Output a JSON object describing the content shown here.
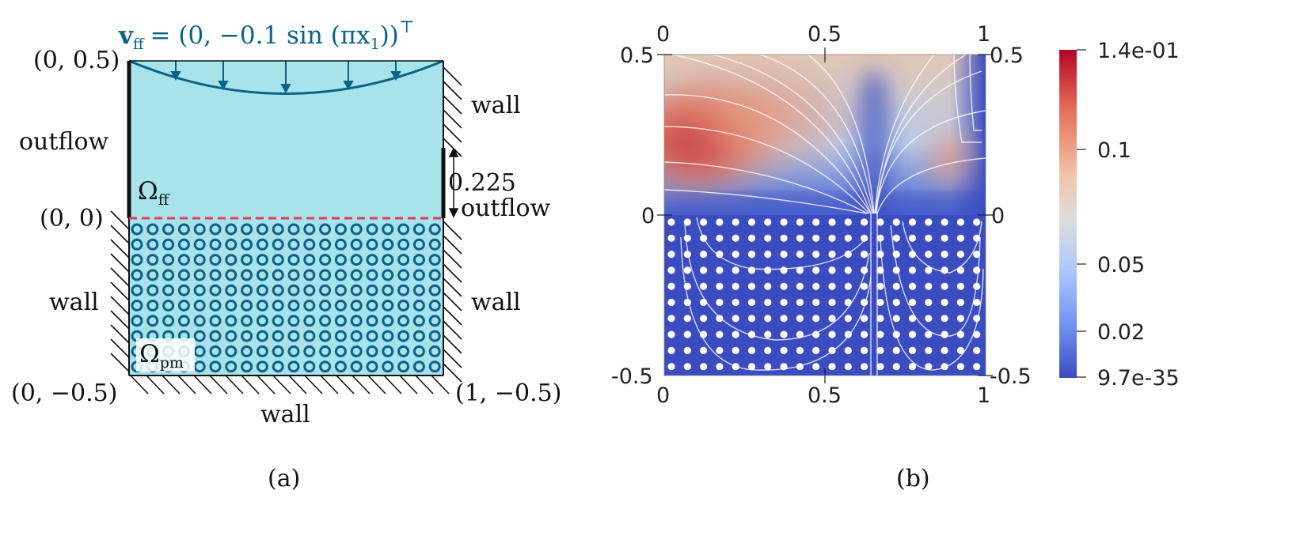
{
  "panel_a": {
    "caption": "(a)",
    "inflow_velocity": "v",
    "inflow_velocity_sub": "ff",
    "inflow_velocity_rhs": "= (0, −0.1 sin (πx",
    "inflow_velocity_rhs_sub": "1",
    "inflow_velocity_tail": "))",
    "inflow_velocity_sup": "⊤",
    "corner_top_left": "(0, 0.5)",
    "corner_mid_left": "(0, 0)",
    "corner_bottom_left": "(0, −0.5)",
    "corner_bottom_right": "(1, −0.5)",
    "left_top_boundary": "outflow",
    "right_top_boundary": "wall",
    "right_mid_length": "0.225",
    "right_mid_boundary": "outflow",
    "left_bottom_boundary": "wall",
    "right_bottom_boundary": "wall",
    "bottom_boundary": "wall",
    "free_flow_domain": "Ω",
    "free_flow_domain_sub": "ff",
    "porous_domain": "Ω",
    "porous_domain_sub": "pm",
    "colors": {
      "freeflow": "#a8e3ec",
      "inclusion": "#0a6287",
      "interface": "#e33b5a"
    }
  },
  "panel_b": {
    "caption": "(b)",
    "top_ticks": [
      "0",
      "0.5",
      "1"
    ],
    "bottom_ticks": [
      "0",
      "0.5",
      "1"
    ],
    "left_ticks": [
      "0.5",
      "0",
      "-0.5"
    ],
    "right_ticks": [
      "0.5",
      "0",
      "-0.5"
    ],
    "colorbar_labels": [
      "1.4e-01",
      "0.1",
      "0.05",
      "0.02",
      "9.7e-35"
    ],
    "colors": {
      "low": "#3b4cc0",
      "mid": "#dddddd",
      "high": "#b40426"
    }
  }
}
